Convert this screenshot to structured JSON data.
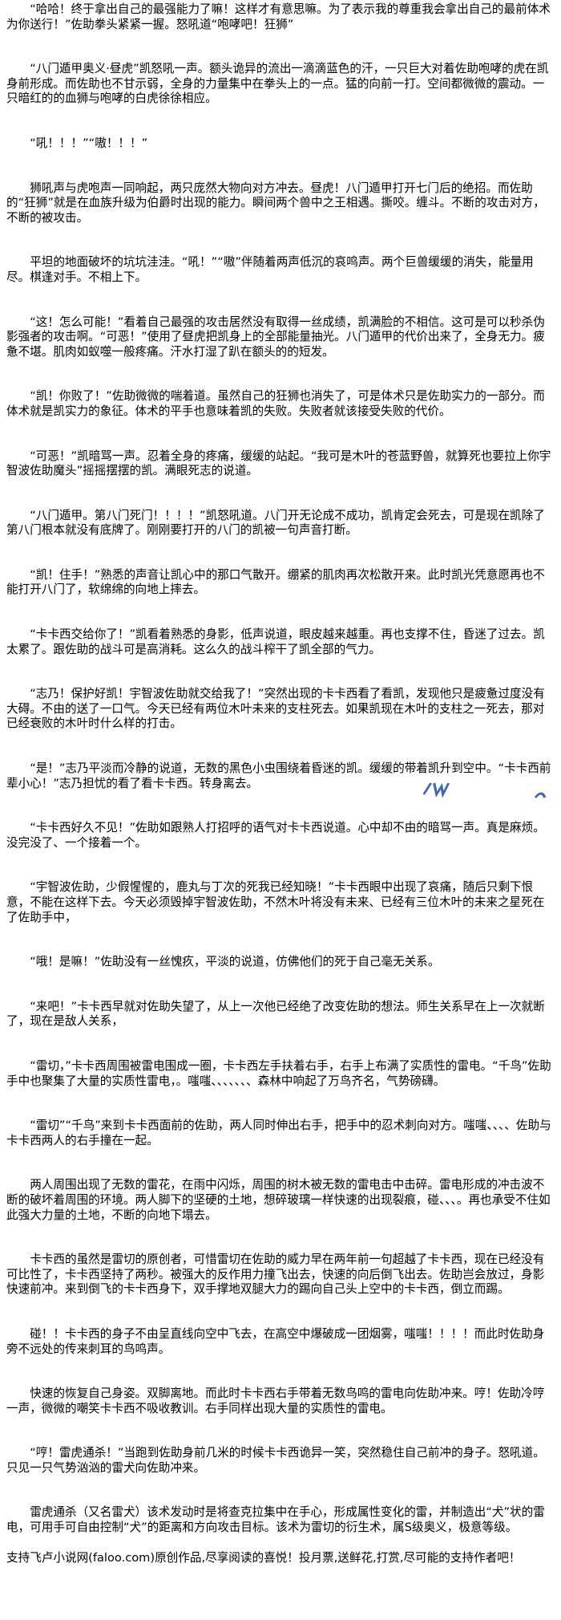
{
  "paragraphs": [
    "“哈哈！终于拿出自己的最强能力了嘛！这样才有意思嘛。为了表示我的尊重我会拿出自己的最前体术为你送行！”佐助拳头紧紧一握。怒吼道“咆哮吧！狂狮”",
    "“八门遁甲奥义·昼虎”凯怒吼一声。额头诡异的流出一滴滴蓝色的汗，一只巨大对着佐助咆哮的虎在凯身前形成。而佐助也不甘示弱，全身的力量集中在拳头上的一点。猛的向前一打。空间都微微的震动。一只暗红的的血狮与咆哮的白虎徐徐相应。",
    "“吼！！！”“嗷！！！”",
    "狮吼声与虎咆声一同响起，两只庞然大物向对方冲去。昼虎！八门遁甲打开七门后的绝招。而佐助的“狂狮”就是在血族升级为伯爵时出现的能力。瞬间两个兽中之王相遇。撕咬。缠斗。不断的攻击对方，不断的被攻击。",
    "平坦的地面破坏的坑坑洼洼。“吼！”“嗷”伴随着两声低沉的哀鸣声。两个巨兽缓缓的消失，能量用尽。棋逢对手。不相上下。",
    "“这！怎么可能！”看着自己最强的攻击居然没有取得一丝成绩，凯满脸的不相信。这可是可以秒杀伪影强者的攻击啊。“可恶！”使用了昼虎把凯身上的全部能量抽光。八门遁甲的代价出来了，全身无力。疲惫不堪。肌肉如蚁噬一般疼痛。汗水打湿了趴在额头的的短发。",
    "“凯！你败了！”佐助微微的喘着道。虽然自己的狂狮也消失了，可是体术只是佐助实力的一部分。而体术就是凯实力的象征。体术的平手也意味着凯的失败。失败者就该接受失败的代价。",
    "“可恶！”凯暗骂一声。忍着全身的疼痛，缓缓的站起。“我可是木叶的苍蓝野兽，就算死也要拉上你宇智波佐助魔头”摇摇摆摆的凯。满眼死志的说道。",
    "“八门遁甲。第八门死门！！！！”凯怒吼道。八门开无论成不成功，凯肯定会死去，可是现在凯除了第八门根本就没有底牌了。刚刚要打开的八门的凯被一句声音打断。",
    "“凯！住手！”熟悉的声音让凯心中的那口气散开。绷紧的肌肉再次松散开来。此时凯光凭意愿再也不能打开八门了，软绵绵的向地上摔去。",
    "“卡卡西交给你了！”凯看着熟悉的身影，低声说道，眼皮越来越重。再也支撑不住，昏迷了过去。凯太累了。跟佐助的战斗可是高消耗。这么久的战斗榨干了凯全部的气力。",
    "“志乃！保护好凯！宇智波佐助就交给我了！”突然出现的卡卡西看了看凯，发现他只是疲惫过度没有大碍。不由的送了一口气。今天已经有两位木叶未来的支柱死去。如果凯现在木叶的支柱之一死去，那对已经衰败的木叶时什么样的打击。",
    "“是！”志乃平淡而冷静的说道，无数的黑色小虫围绕着昏迷的凯。缓缓的带着凯升到空中。“卡卡西前辈小心！”志乃担忧的看了看卡卡西。转身离去。",
    "“卡卡西好久不见！”佐助如跟熟人打招呼的语气对卡卡西说道。心中却不由的暗骂一声。真是麻烦。没完没了、一个接着一个。",
    "“宇智波佐助，少假惺惺的，鹿丸与丁次的死我已经知晓！”卡卡西眼中出现了哀痛，随后只剩下恨意，不能在这样下去。今天必须毁掉宇智波佐助，不然木叶将没有未来、已经有三位木叶的未来之星死在了佐助手中，",
    "“哦！是嘛！”佐助没有一丝愧疚，平淡的说道，仿佛他们的死于自己毫无关系。",
    "“来吧！”卡卡西早就对佐助失望了，从上一次他已经绝了改变佐助的想法。师生关系早在上一次就断了，现在是敌人关系，",
    "“雷切，”卡卡西周围被雷电围成一圈，卡卡西左手扶着右手，右手上布满了实质性的雷电。“千鸟”佐助手中也聚集了大量的实质性雷电，。嗤嗤、、、、、、、森林中响起了万鸟齐名，气势磅礴。",
    "“雷切”“千鸟”来到卡卡西面前的佐助，两人同时伸出右手，把手中的忍术刺向对方。嗤嗤、、、、佐助与卡卡西两人的右手撞在一起。",
    "两人周围出现了无数的雷花，在雨中闪烁，周围的树木被无数的雷电击中击碎。雷电形成的冲击波不断的破坏着周围的环境。两人脚下的坚硬的土地，想碎玻璃一样快速的出现裂痕，碰、、、。再也承受不住如此强大力量的土地，不断的向地下塌去。",
    "卡卡西的虽然是雷切的原创者，可惜雷切在佐助的威力早在两年前一句超越了卡卡西，现在已经没有可比性了，卡卡西坚持了两秒。被强大的反作用力撞飞出去，快速的向后倒飞出去。佐助岂会放过，身影快速前冲。来到倒飞的卡卡西身下，双手撑地双腿大力的踢向自己头上空中的卡卡西，倒立而踢。",
    "碰！！卡卡西的身子不由呈直线向空中飞去，在高空中爆破成一团烟雾，嗤嗤！！！！而此时佐助身旁不远处的传来刺耳的鸟鸣声。",
    "快速的恢复自己身姿。双脚离地。而此时卡卡西右手带着无数鸟鸣的雷电向佐助冲来。哼！佐助冷哼一声，微微的嘲笑卡卡西不吸收教训。右手同样出现大量的实质性的雷电。",
    "“哼！雷虎通杀！”当跑到佐助身前几米的时候卡卡西诡异一笑，突然稳住自己前冲的身子。怒吼道。只见一只气势汹汹的雷犬向佐助冲来。",
    "雷虎通杀（又名雷犬）该术发动时是将查克拉集中在手心，形成属性变化的雷，并制造出“犬”状的雷电，可用手可自由控制“犬”的距离和方向攻击目标。该术为雷切的衍生术，属S级奥义，极意等级。"
  ],
  "footer": "支持飞卢小说网(faloo.com)原创作品,尽享阅读的喜悦！投月票,送鲜花,打赏,尽可能的支持作者吧！",
  "colors": {
    "text": "#000000",
    "background": "#ffffff",
    "watermark": "#1f4fa0"
  }
}
